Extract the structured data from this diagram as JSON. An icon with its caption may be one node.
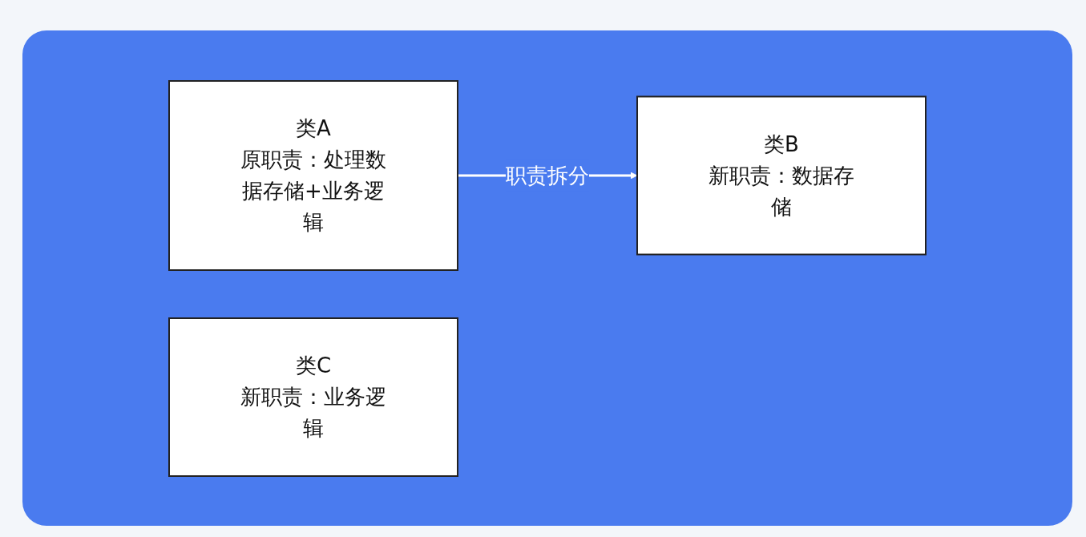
{
  "diagram": {
    "nodes": [
      {
        "text": [
          "类A",
          "原职责：处理数据存储+业务逻辑"
        ]
      },
      {
        "text": [
          "类B",
          "新职责：数据存储"
        ]
      },
      {
        "text": [
          "类C",
          "新职责：业务逻辑"
        ]
      }
    ],
    "edges": [
      {
        "from": 0,
        "to": 1,
        "arrow": "to",
        "label": "职责拆分"
      }
    ]
  }
}
